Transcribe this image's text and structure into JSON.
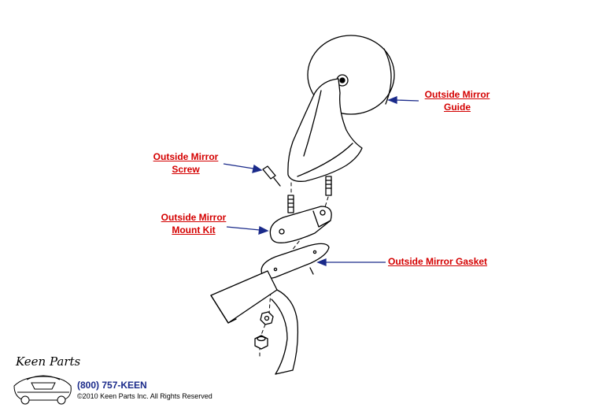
{
  "callouts": {
    "guide": {
      "line1": "Outside Mirror",
      "line2": "Guide"
    },
    "screw": {
      "line1": "Outside Mirror",
      "line2": "Screw"
    },
    "mount_kit": {
      "line1": "Outside Mirror",
      "line2": "Mount Kit"
    },
    "gasket": {
      "line1": "Outside Mirror Gasket"
    }
  },
  "footer": {
    "logo": "Keen Parts",
    "phone": "(800) 757-KEEN",
    "copyright": "©2010 Keen Parts Inc. All Rights Reserved"
  },
  "colors": {
    "label": "#d40000",
    "arrow": "#1a2a8a",
    "line": "#000000"
  }
}
